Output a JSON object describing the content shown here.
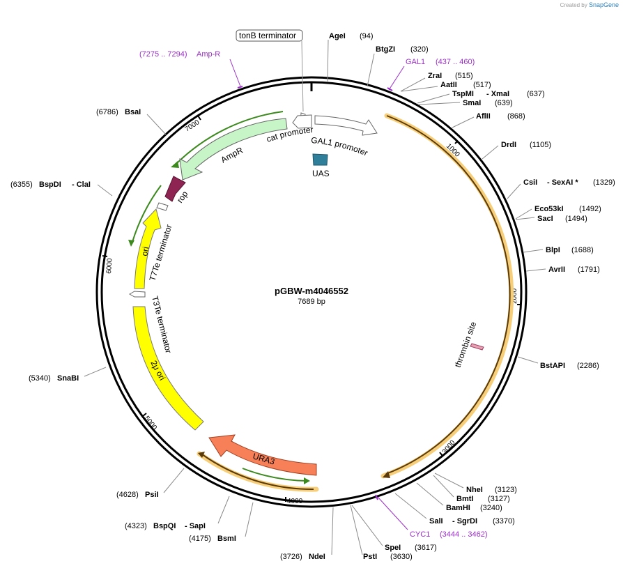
{
  "credit": {
    "created_by": "Created by",
    "brand": "SnapGene"
  },
  "plasmid": {
    "name": "pGBW-m4046552",
    "length_label": "7689 bp",
    "length": 7689
  },
  "ruler": [
    "1000",
    "2000",
    "3000",
    "4000",
    "5000",
    "6000",
    "7000"
  ],
  "sites": [
    {
      "id": "agei",
      "name": "AgeI",
      "pos": "(94)"
    },
    {
      "id": "btgzi",
      "name": "BtgZI",
      "pos": "(320)"
    },
    {
      "id": "zrai",
      "name": "ZraI",
      "pos": "(515)"
    },
    {
      "id": "aatii",
      "name": "AatII",
      "pos": "(517)"
    },
    {
      "id": "tspmi",
      "name": "TspMI",
      "name2": "- XmaI",
      "pos": "(637)"
    },
    {
      "id": "smai",
      "name": "SmaI",
      "pos": "(639)"
    },
    {
      "id": "aflii",
      "name": "AflII",
      "pos": "(868)"
    },
    {
      "id": "drdi",
      "name": "DrdI",
      "pos": "(1105)"
    },
    {
      "id": "csii",
      "name": "CsiI",
      "name2": "- SexAI *",
      "pos": "(1329)"
    },
    {
      "id": "eco53ki",
      "name": "Eco53kI",
      "pos": "(1492)"
    },
    {
      "id": "saci",
      "name": "SacI",
      "pos": "(1494)"
    },
    {
      "id": "blpi",
      "name": "BlpI",
      "pos": "(1688)"
    },
    {
      "id": "avrii",
      "name": "AvrII",
      "pos": "(1791)"
    },
    {
      "id": "bstapi",
      "name": "BstAPI",
      "pos": "(2286)"
    },
    {
      "id": "nhei",
      "name": "NheI",
      "pos": "(3123)"
    },
    {
      "id": "bmti",
      "name": "BmtI",
      "pos": "(3127)"
    },
    {
      "id": "bamhi",
      "name": "BamHI",
      "pos": "(3240)"
    },
    {
      "id": "sali",
      "name": "SalI",
      "name2": "- SgrDI",
      "pos": "(3370)"
    },
    {
      "id": "spei",
      "name": "SpeI",
      "pos": "(3617)"
    },
    {
      "id": "psti",
      "name": "PstI",
      "pos": "(3630)"
    },
    {
      "id": "ndei",
      "name": "NdeI",
      "pos": "(3726)"
    },
    {
      "id": "bsmi",
      "name": "BsmI",
      "pos": "(4175)"
    },
    {
      "id": "bspqi",
      "name": "BspQI",
      "name2": "- SapI",
      "pos": "(4323)"
    },
    {
      "id": "psii",
      "name": "PsiI",
      "pos": "(4628)"
    },
    {
      "id": "snabi",
      "name": "SnaBI",
      "pos": "(5340)"
    },
    {
      "id": "bspdi",
      "name": "BspDI",
      "name2": "- ClaI",
      "pos": "(6355)"
    },
    {
      "id": "bsai",
      "name": "BsaI",
      "pos": "(6786)"
    }
  ],
  "primers": [
    {
      "id": "gal1",
      "name": "GAL1",
      "range": "(437 .. 460)"
    },
    {
      "id": "cyc1",
      "name": "CYC1",
      "range": "(3444 .. 3462)"
    },
    {
      "id": "ampr",
      "name": "Amp-R",
      "range": "(7275 .. 7294)"
    }
  ],
  "features": [
    {
      "id": "tonb",
      "label": "tonB terminator"
    },
    {
      "id": "cat",
      "label": "cat promoter"
    },
    {
      "id": "gal1",
      "label": "GAL1 promoter"
    },
    {
      "id": "uas",
      "label": "UAS"
    },
    {
      "id": "ampr",
      "label": "AmpR"
    },
    {
      "id": "rop",
      "label": "rop"
    },
    {
      "id": "t7te",
      "label": "T7Te terminator"
    },
    {
      "id": "ori",
      "label": "ori"
    },
    {
      "id": "t3te",
      "label": "T3Te terminator"
    },
    {
      "id": "twomu",
      "label": "2μ ori"
    },
    {
      "id": "ura3",
      "label": "URA3"
    },
    {
      "id": "thrombin",
      "label": "thrombin site"
    }
  ],
  "colors": {
    "backbone": "#000000",
    "ampr": "#c8f5c8",
    "rop": "#8e2452",
    "ori": "#ffff00",
    "ura3": "#f88058",
    "uas": "#2f7f9a",
    "thrombin": "#e8a0b4",
    "orf": "#3c8a1e",
    "cds_highlight": "#f7cf7a",
    "primer": "#9b2fc7"
  }
}
